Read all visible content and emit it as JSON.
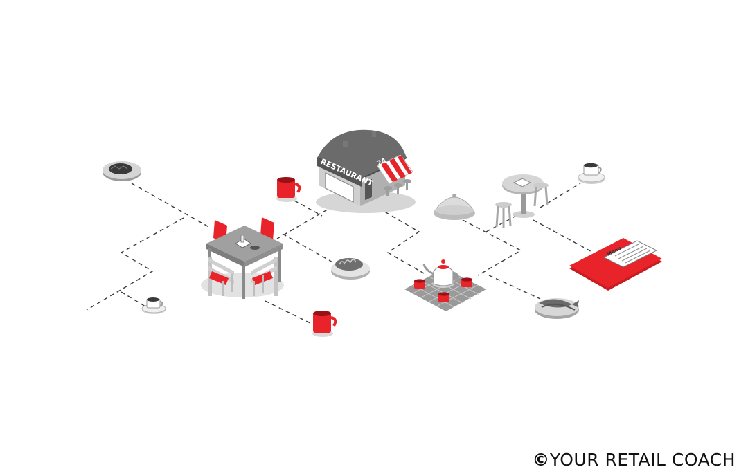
{
  "scene": {
    "storefront_sign": "RESTAURANT",
    "awning_number": "24",
    "menu_card_title": "Menu"
  },
  "footer": {
    "copyright_symbol": "©",
    "brand": "YOUR RETAIL COACH"
  },
  "colors": {
    "accent_red": "#e8232a",
    "building_gray": "#6b6b6b",
    "light_gray": "#bdbdbd",
    "line": "#3a3a3a",
    "background": "#ffffff"
  },
  "icons": [
    "steak-plate-icon",
    "coffee-mug-icon",
    "restaurant-building-icon",
    "dining-table-icon",
    "coffee-cup-icon",
    "bread-plate-icon",
    "tea-set-icon",
    "cloche-icon",
    "cafe-table-icon",
    "menu-card-icon",
    "fish-plate-icon"
  ]
}
